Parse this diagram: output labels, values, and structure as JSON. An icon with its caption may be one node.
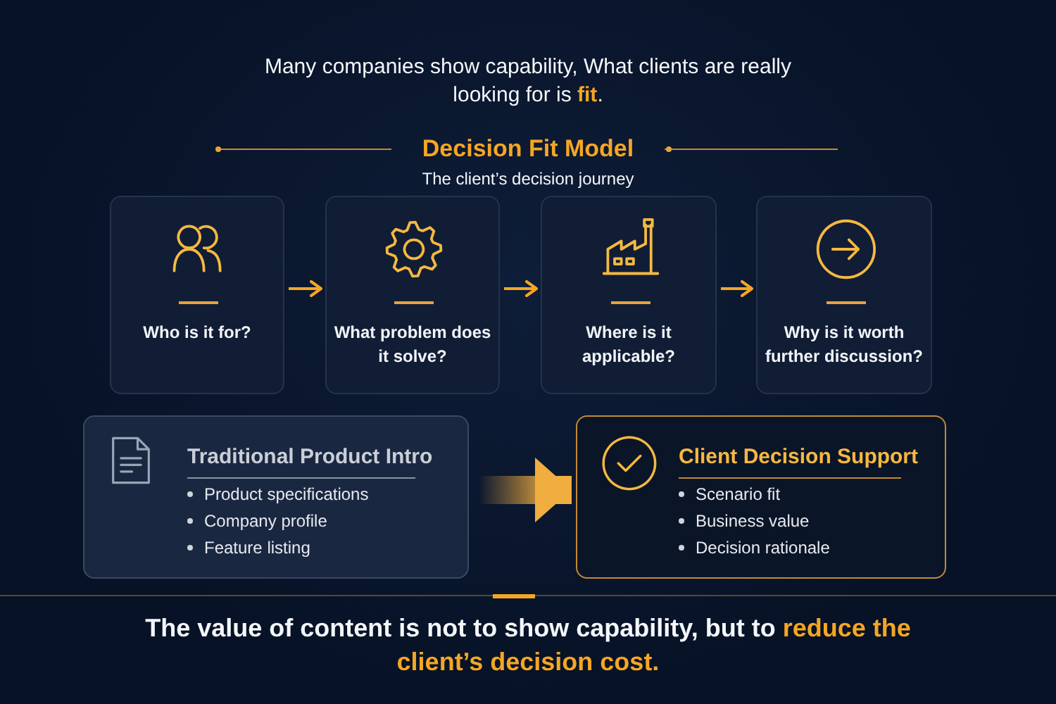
{
  "diagram": {
    "title": "Decision Fit Model",
    "nodes": [
      {
        "text": [
          "Who is it for?"
        ]
      },
      {
        "text": [
          "What problem does it solve?"
        ]
      },
      {
        "text": [
          "Where is it applicable?"
        ]
      },
      {
        "text": [
          "Why is it worth further discussion?"
        ]
      },
      {
        "text": [
          "Traditional Product Intro",
          "Product specifications",
          "Company profile",
          "Feature listing"
        ]
      },
      {
        "text": [
          "Client Decision Support",
          "Scenario fit",
          "Business value",
          "Decision rationale"
        ]
      }
    ],
    "edges": [
      {
        "from": 0,
        "to": 1,
        "arrow": "to"
      },
      {
        "from": 1,
        "to": 2,
        "arrow": "to"
      },
      {
        "from": 2,
        "to": 3,
        "arrow": "to"
      },
      {
        "from": 4,
        "to": 5,
        "arrow": "to",
        "style": "thick"
      }
    ],
    "labels": [
      "Many companies show capability, What clients are really looking for is **fit**.",
      "The client’s decision journey",
      "The value of content is not to show capability, but to **reduce the client’s decision cost.**"
    ]
  }
}
